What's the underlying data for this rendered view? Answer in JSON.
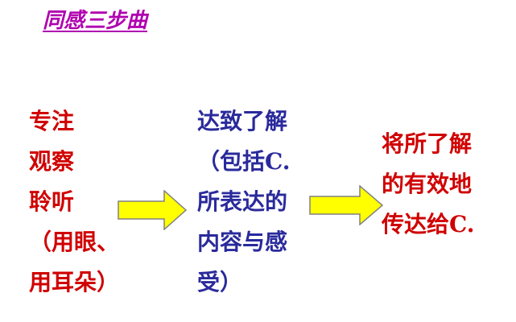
{
  "title": "同感三步曲",
  "colors": {
    "title": "#b000b0",
    "red_text": "#d00000",
    "blue_text": "#2a2a9c",
    "arrow_fill": "#ffff00",
    "arrow_stroke": "#808080"
  },
  "steps": [
    {
      "lines": [
        "专注",
        "观察",
        "聆听",
        "（用眼、",
        "用耳朵）"
      ]
    },
    {
      "lines": [
        "达致了解",
        "（包括C.",
        "所表达的",
        "内容与感",
        "受）"
      ]
    },
    {
      "lines": [
        "将所了解",
        "的有效地",
        "传达给C."
      ]
    }
  ],
  "arrows": [
    {
      "icon": "right-arrow-icon"
    },
    {
      "icon": "right-arrow-icon"
    }
  ]
}
